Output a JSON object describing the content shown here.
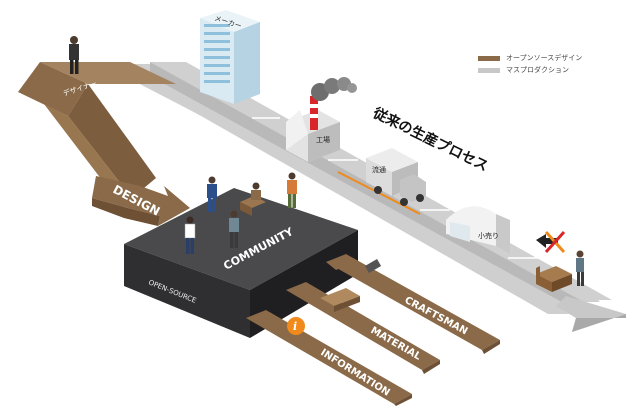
{
  "legend": [
    {
      "label": "オープンソースデザイン",
      "color": "#8a6a48"
    },
    {
      "label": "マスプロダクション",
      "color": "#c8c8c8"
    }
  ],
  "conventional": {
    "title": "従来の生産プロセス",
    "designer": "デザイナー",
    "maker": "メーカー",
    "factory": "工場",
    "distribution": "流通",
    "retail": "小売り"
  },
  "open_source": {
    "design": "DESIGN",
    "community": "COMMUNITY",
    "open_source": "OPEN-SOURCE",
    "craftsman": "CRAFTSMAN",
    "material": "MATERIAL",
    "information": "INFORMATION",
    "info_icon": "i"
  },
  "colors": {
    "brown": "#8a6a48",
    "gray_road": "#c8c8c8",
    "dark_block": "#3a3a3c",
    "accent_orange": "#f08a1c",
    "red": "#d8262b"
  },
  "icons": [
    "person-icon",
    "building-icon",
    "factory-icon",
    "truck-icon",
    "shop-icon",
    "sofa-icon",
    "chair-icon",
    "hammer-icon",
    "timber-icon",
    "info-icon"
  ]
}
